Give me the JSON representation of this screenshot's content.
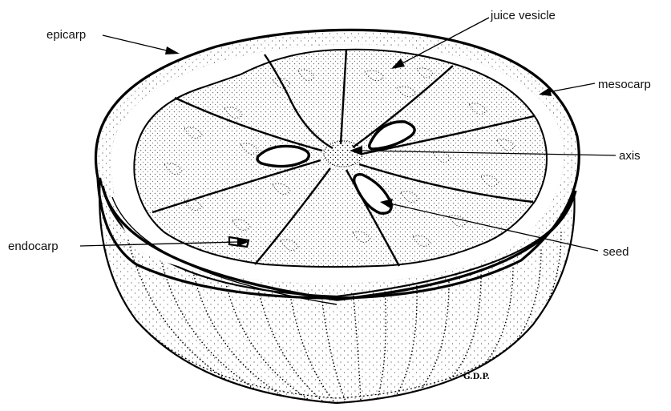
{
  "labels": {
    "epicarp": "epicarp",
    "juice_vesicle": "juice vesicle",
    "mesocarp": "mesocarp",
    "axis": "axis",
    "endocarp": "endocarp",
    "seed": "seed"
  },
  "signature": "G.D.P.",
  "colors": {
    "ink": "#000000",
    "background": "#ffffff"
  }
}
